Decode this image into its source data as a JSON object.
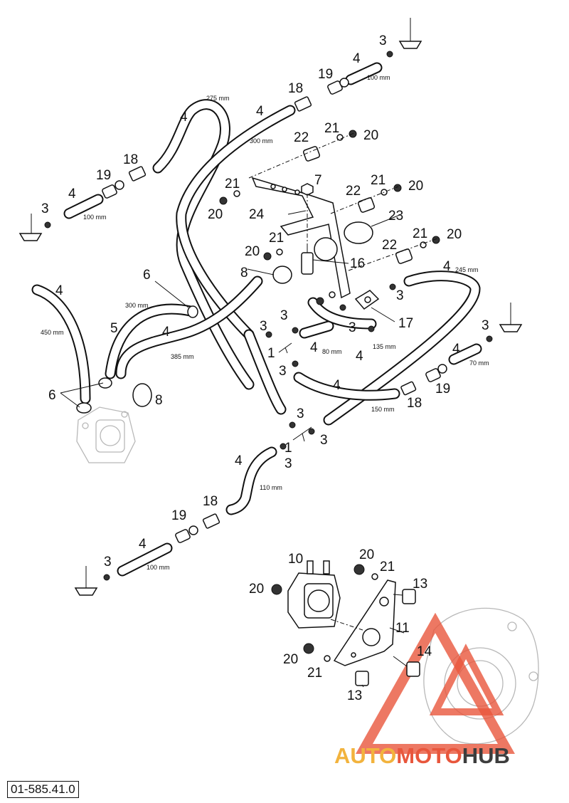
{
  "figure": {
    "part_code": "01-585.41.0",
    "watermark": {
      "auto": "AUTO",
      "moto": "MOTO",
      "hub": "HUB",
      "colors": {
        "auto": "#f2b33d",
        "moto": "#e8563c",
        "hub": "#3d3d3d",
        "triangle": "#e8563c"
      }
    }
  },
  "callouts": {
    "c1": "1",
    "c2": "1",
    "c3": "3",
    "c4": "3",
    "c5": "3",
    "c6": "3",
    "c7": "3",
    "c8": "3",
    "c9": "3",
    "c10": "3",
    "c11": "3",
    "c12": "3",
    "c13": "3",
    "c14": "3",
    "c15": "4",
    "c16": "4",
    "c17": "4",
    "c18": "4",
    "c19": "4",
    "c20": "4",
    "c21": "4",
    "c22": "4",
    "c23": "4",
    "c24": "4",
    "c25": "4",
    "c26": "4",
    "c27": "4",
    "c28": "4",
    "c29": "5",
    "c30": "6",
    "c31": "6",
    "c32": "7",
    "c33": "8",
    "c34": "8",
    "c35": "10",
    "c36": "11",
    "c37": "13",
    "c38": "13",
    "c39": "14",
    "c40": "16",
    "c41": "17",
    "c42": "18",
    "c43": "18",
    "c44": "18",
    "c45": "18",
    "c46": "19",
    "c47": "19",
    "c48": "19",
    "c49": "19",
    "c50": "20",
    "c51": "20",
    "c52": "20",
    "c53": "20",
    "c54": "20",
    "c55": "20",
    "c56": "20",
    "c57": "20",
    "c58": "21",
    "c59": "21",
    "c60": "21",
    "c61": "21",
    "c62": "21",
    "c63": "21",
    "c64": "21",
    "c65": "22",
    "c66": "22",
    "c67": "22",
    "c68": "23",
    "c69": "24"
  },
  "dimensions": {
    "d1": "275 mm",
    "d2": "300 mm",
    "d3": "100 mm",
    "d4": "100 mm",
    "d5": "450 mm",
    "d6": "300 mm",
    "d7": "385 mm",
    "d8": "245 mm",
    "d9": "80 mm",
    "d10": "135 mm",
    "d11": "70 mm",
    "d12": "150 mm",
    "d13": "110 mm",
    "d14": "100 mm"
  }
}
